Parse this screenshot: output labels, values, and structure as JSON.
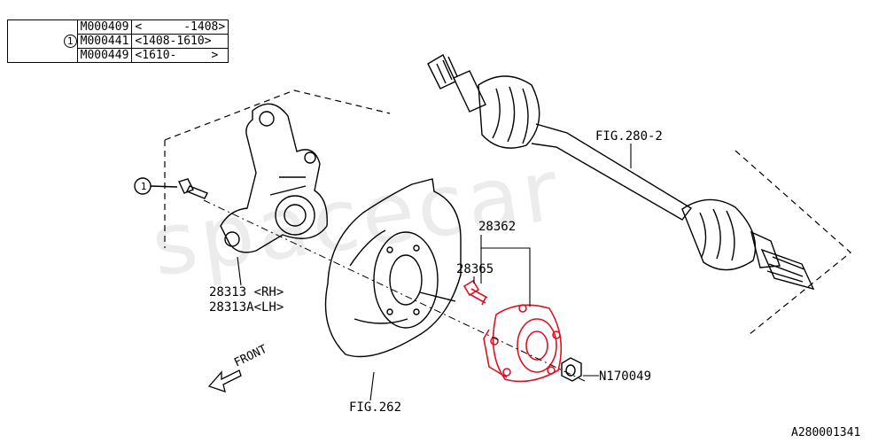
{
  "applicability_table": {
    "marker": "1",
    "rows": [
      {
        "code": "M000409",
        "range": "<      -1408>"
      },
      {
        "code": "M000441",
        "range": "<1408-1610>"
      },
      {
        "code": "M000449",
        "range": "<1610-     >"
      }
    ]
  },
  "callouts": {
    "bolt_marker": "1",
    "knuckle_rh": "28313 <RH>",
    "knuckle_lh": "28313A<LH>",
    "hub_assembly": "28362",
    "hub_bolt": "28365",
    "nut": "N170049",
    "drive_shaft_ref": "FIG.280-2",
    "backing_plate_ref": "FIG.262",
    "front_arrow": "FRONT",
    "diagram_id": "A280001341"
  },
  "watermark": "spacecar",
  "colors": {
    "highlight": "#e01020",
    "line": "#000000",
    "watermark": "#ececec"
  }
}
